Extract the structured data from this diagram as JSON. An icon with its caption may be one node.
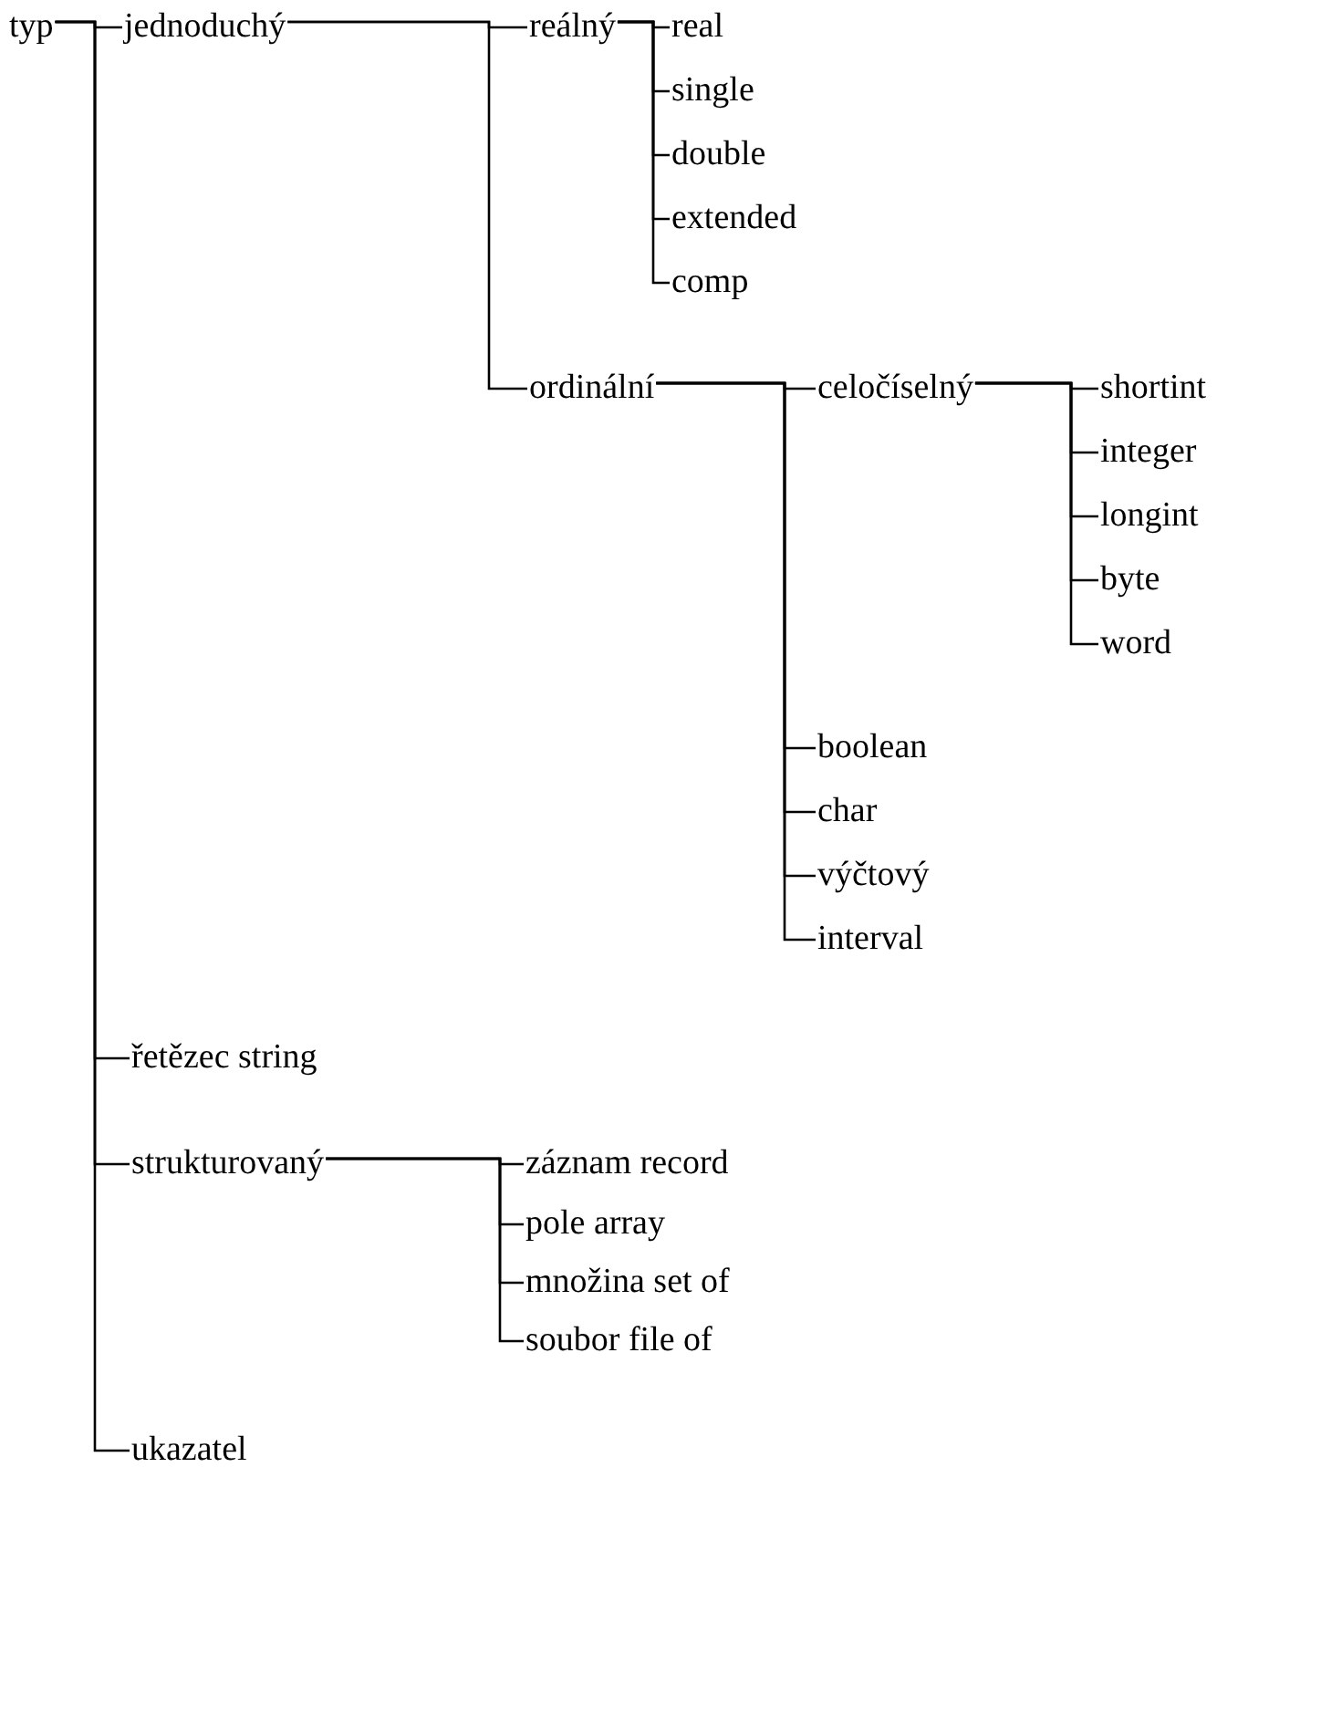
{
  "diagram": {
    "nodes": [
      {
        "text": [
          "typ"
        ]
      },
      {
        "text": [
          "jednoduchý"
        ]
      },
      {
        "text": [
          "reálný"
        ]
      },
      {
        "text": [
          "real"
        ]
      },
      {
        "text": [
          "single"
        ]
      },
      {
        "text": [
          "double"
        ]
      },
      {
        "text": [
          "extended"
        ]
      },
      {
        "text": [
          "comp"
        ]
      },
      {
        "text": [
          "ordinální"
        ]
      },
      {
        "text": [
          "celočíselný"
        ]
      },
      {
        "text": [
          "shortint"
        ]
      },
      {
        "text": [
          "integer"
        ]
      },
      {
        "text": [
          "longint"
        ]
      },
      {
        "text": [
          "byte"
        ]
      },
      {
        "text": [
          "word"
        ]
      },
      {
        "text": [
          "boolean"
        ]
      },
      {
        "text": [
          "char"
        ]
      },
      {
        "text": [
          "výčtový"
        ]
      },
      {
        "text": [
          "interval"
        ]
      },
      {
        "text": [
          "řetězec string"
        ]
      },
      {
        "text": [
          "strukturovaný"
        ]
      },
      {
        "text": [
          "záznam record"
        ]
      },
      {
        "text": [
          "pole array"
        ]
      },
      {
        "text": [
          "množina set of"
        ]
      },
      {
        "text": [
          "soubor file of"
        ]
      },
      {
        "text": [
          "ukazatel"
        ]
      }
    ],
    "edges": [
      {
        "from": 0,
        "to": 1,
        "arrow": "none"
      },
      {
        "from": 0,
        "to": 19,
        "arrow": "none"
      },
      {
        "from": 0,
        "to": 20,
        "arrow": "none"
      },
      {
        "from": 0,
        "to": 25,
        "arrow": "none"
      },
      {
        "from": 1,
        "to": 2,
        "arrow": "none"
      },
      {
        "from": 1,
        "to": 8,
        "arrow": "none"
      },
      {
        "from": 2,
        "to": 3,
        "arrow": "none"
      },
      {
        "from": 2,
        "to": 4,
        "arrow": "none"
      },
      {
        "from": 2,
        "to": 5,
        "arrow": "none"
      },
      {
        "from": 2,
        "to": 6,
        "arrow": "none"
      },
      {
        "from": 2,
        "to": 7,
        "arrow": "none"
      },
      {
        "from": 8,
        "to": 9,
        "arrow": "none"
      },
      {
        "from": 8,
        "to": 15,
        "arrow": "none"
      },
      {
        "from": 8,
        "to": 16,
        "arrow": "none"
      },
      {
        "from": 8,
        "to": 17,
        "arrow": "none"
      },
      {
        "from": 8,
        "to": 18,
        "arrow": "none"
      },
      {
        "from": 9,
        "to": 10,
        "arrow": "none"
      },
      {
        "from": 9,
        "to": 11,
        "arrow": "none"
      },
      {
        "from": 9,
        "to": 12,
        "arrow": "none"
      },
      {
        "from": 9,
        "to": 13,
        "arrow": "none"
      },
      {
        "from": 9,
        "to": 14,
        "arrow": "none"
      },
      {
        "from": 20,
        "to": 21,
        "arrow": "none"
      },
      {
        "from": 20,
        "to": 22,
        "arrow": "none"
      },
      {
        "from": 20,
        "to": 23,
        "arrow": "none"
      },
      {
        "from": 20,
        "to": 24,
        "arrow": "none"
      }
    ]
  }
}
